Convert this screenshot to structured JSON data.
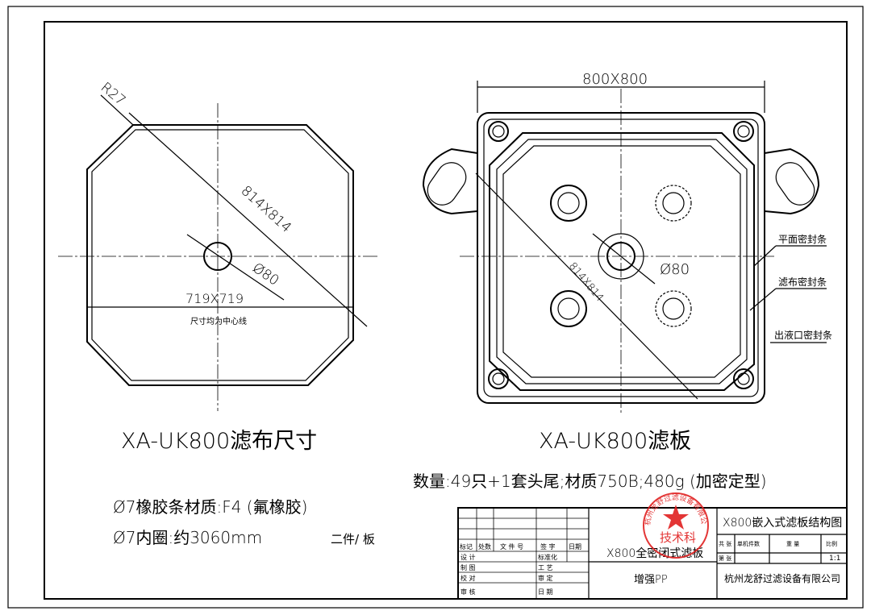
{
  "left_view": {
    "radius_label": "R27",
    "diagonal_label": "814X814",
    "hole_label": "Ø80",
    "width_label": "719X719",
    "note": "尺寸均为中心线",
    "title": "XA-UK800滤布尺寸"
  },
  "right_view": {
    "width_label": "800X800",
    "diagonal_label": "814X814",
    "hole_label": "Ø80",
    "callouts": [
      "平面密封条",
      "滤布密封条",
      "出液口密封条"
    ],
    "title": "XA-UK800滤板"
  },
  "notes": {
    "quantity": "数量:49只+1套头尾;材质750B;480g (加密定型)",
    "rubber_material": "Ø7橡胶条材质:F4 (氟橡胶)",
    "rubber_length": "Ø7内圈:约3060mm",
    "per_plate": "二件/ 板"
  },
  "title_block": {
    "left_headers": [
      "标记",
      "处数",
      "文 件 号",
      "签 字",
      "日期"
    ],
    "roles": [
      [
        "设 计",
        "标准化"
      ],
      [
        "制 图",
        "工 艺"
      ],
      [
        "校 对",
        "审 定"
      ],
      [
        "审 核",
        "日 期"
      ]
    ],
    "product_name": "X800全密闭式滤板",
    "material": "增强PP",
    "drawing_title": "X800嵌入式滤板结构图",
    "info_headers": [
      "共 张",
      "单机件数",
      "重 量",
      "比例"
    ],
    "sheet_label": "第 张",
    "scale": "1:1",
    "company": "杭州龙舒过滤设备有限公司"
  },
  "stamp": {
    "ring_text": "杭州龙舒过滤设备有限公司",
    "center_text": "技术科",
    "color": "#e02020"
  }
}
